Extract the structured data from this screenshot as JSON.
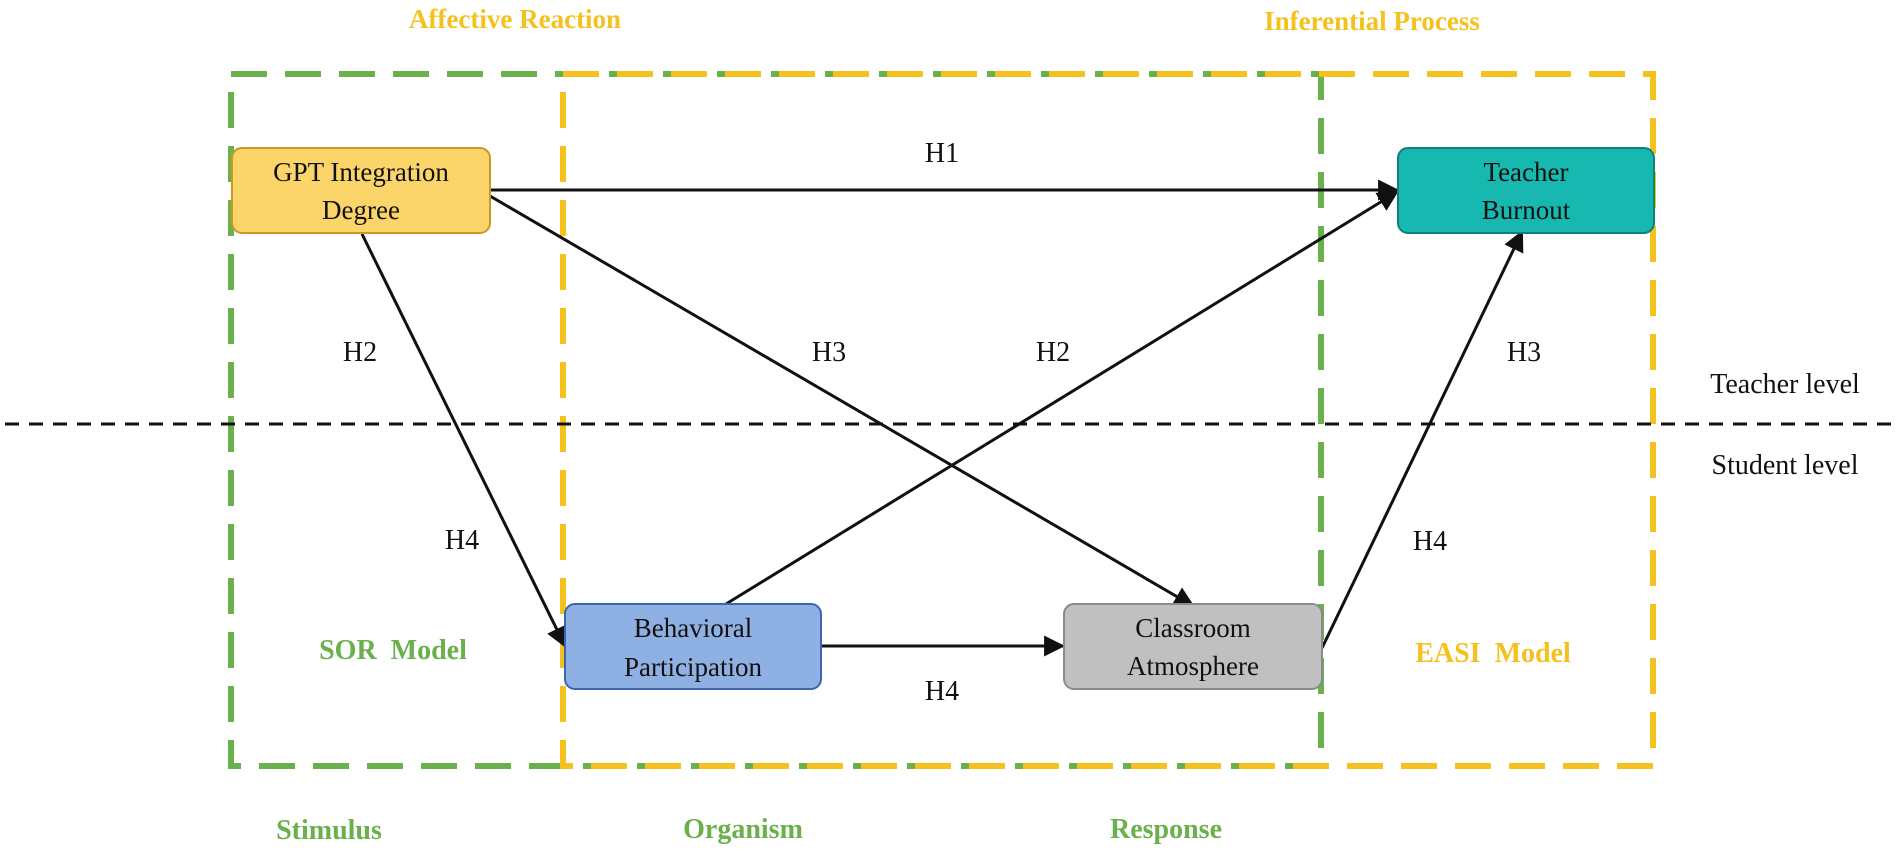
{
  "colors": {
    "sor_green": "#6ab04c",
    "easi_gold": "#f5c11e",
    "gpt_fill": "#fbd56a",
    "gpt_border": "#c79a22",
    "burnout_fill": "#17b8b0",
    "burnout_border": "#127f7a",
    "behavior_fill": "#8fb0e3",
    "behavior_border": "#3d64b0",
    "classroom_fill": "#c0c0c0",
    "classroom_border": "#8a8a8a",
    "arrow": "#111111"
  },
  "top_labels": {
    "affective": "Affective Reaction",
    "inferential": "Inferential Process"
  },
  "bottom_labels": {
    "stimulus": "Stimulus",
    "organism": "Organism",
    "response": "Response"
  },
  "models": {
    "sor": "SOR  Model",
    "easi": "EASI  Model"
  },
  "levels": {
    "teacher": "Teacher level",
    "student": "Student level"
  },
  "nodes": {
    "gpt": {
      "line1": "GPT Integration",
      "line2": "Degree"
    },
    "burnout": {
      "line1": "Teacher",
      "line2": "Burnout"
    },
    "behavior": {
      "line1": "Behavioral",
      "line2": "Participation"
    },
    "classroom": {
      "line1": "Classroom",
      "line2": "Atmosphere"
    }
  },
  "hypotheses": {
    "gpt_to_burnout": "H1",
    "gpt_to_behavior": "H2",
    "gpt_to_behavior_lower": "H4",
    "gpt_to_classroom": "H3",
    "behavior_to_burnout": "H2",
    "classroom_to_burnout": "H3",
    "classroom_to_burnout_lower": "H4",
    "behavior_to_classroom": "H4"
  }
}
